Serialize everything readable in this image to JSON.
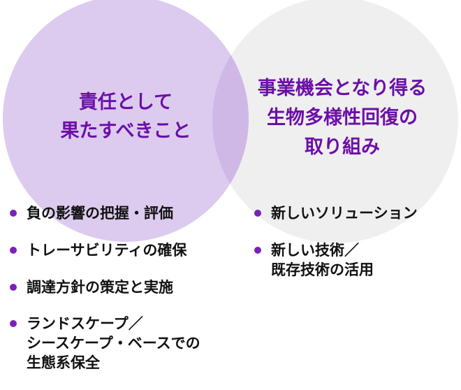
{
  "colors": {
    "left_circle": "#dccbef",
    "right_circle": "#efefef",
    "overlap": "#cfb8e6",
    "title": "#6b0fa8",
    "bullet": "#7a22b8"
  },
  "left": {
    "title": "責任として\n果たすべきこと",
    "items": [
      "負の影響の把握・評価",
      "トレーサビリティの確保",
      "調達方針の策定と実施",
      "ランドスケープ／\nシースケープ・ベースでの\n生態系保全"
    ]
  },
  "right": {
    "title": "事業機会となり得る\n生物多様性回復の\n取り組み",
    "items": [
      "新しいソリューション",
      "新しい技術／\n既存技術の活用"
    ]
  }
}
